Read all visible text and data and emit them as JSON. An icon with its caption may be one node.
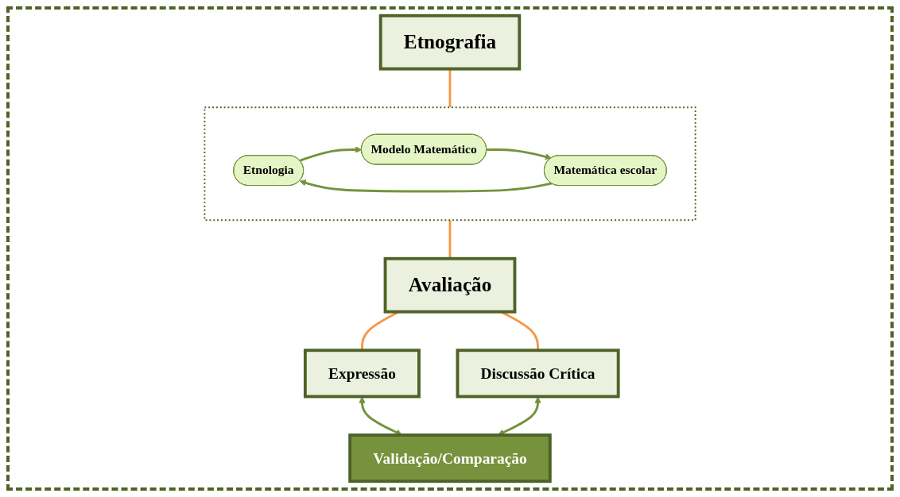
{
  "diagram": {
    "nodes": [
      {
        "text": [
          "Etnografia"
        ]
      },
      {
        "text": [],
        "shape": "box"
      },
      {
        "text": [
          "Etnologia"
        ],
        "in": 1
      },
      {
        "text": [
          "Modelo Matemático"
        ],
        "in": 1
      },
      {
        "text": [
          "Matemática escolar"
        ],
        "in": 1
      },
      {
        "text": [
          "Avaliação"
        ]
      },
      {
        "text": [
          "Expressão"
        ]
      },
      {
        "text": [
          "Discussão Crítica"
        ]
      },
      {
        "text": [
          "Validação/Comparação"
        ]
      }
    ],
    "edges": [
      {
        "from": 0,
        "to": 1,
        "arrow": "none",
        "color": "#f79646"
      },
      {
        "from": 2,
        "to": 3,
        "arrow": "to",
        "color": "#76923c"
      },
      {
        "from": 3,
        "to": 4,
        "arrow": "to",
        "color": "#76923c"
      },
      {
        "from": 4,
        "to": 2,
        "arrow": "to",
        "color": "#76923c"
      },
      {
        "from": 1,
        "to": 5,
        "arrow": "none",
        "color": "#f79646"
      },
      {
        "from": 5,
        "to": 6,
        "arrow": "none",
        "color": "#f79646"
      },
      {
        "from": 5,
        "to": 7,
        "arrow": "none",
        "color": "#f79646"
      },
      {
        "from": 6,
        "to": 8,
        "arrow": "both",
        "color": "#76923c"
      },
      {
        "from": 7,
        "to": 8,
        "arrow": "both",
        "color": "#76923c"
      }
    ]
  }
}
